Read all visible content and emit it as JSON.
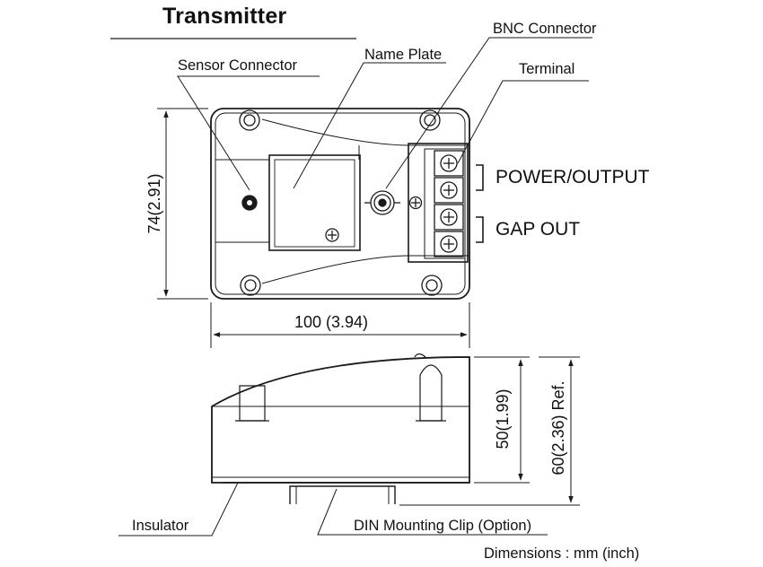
{
  "title": "Transmitter",
  "labels": {
    "sensor_connector": "Sensor Connector",
    "name_plate": "Name Plate",
    "bnc_connector": "BNC Connector",
    "terminal": "Terminal",
    "power_output": "POWER/OUTPUT",
    "gap_out": "GAP OUT",
    "insulator": "Insulator",
    "din_clip": "DIN Mounting Clip (Option)"
  },
  "dimensions": {
    "height": "74(2.91)",
    "width": "100 (3.94)",
    "body_height": "50(1.99)",
    "total_height": "60(2.36) Ref.",
    "units_note": "Dimensions : mm (inch)"
  },
  "colors": {
    "line": "#1a1a1a",
    "background": "#ffffff"
  }
}
